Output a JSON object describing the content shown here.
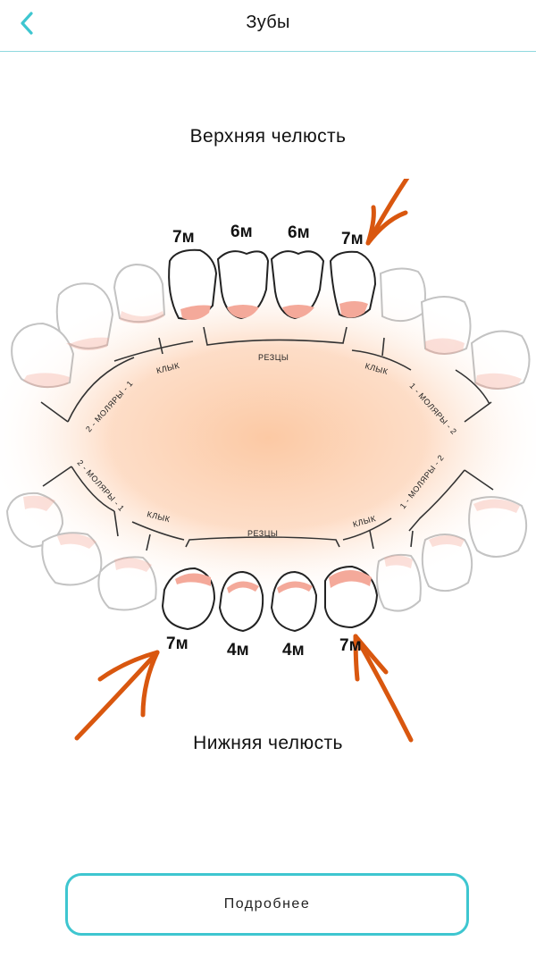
{
  "header": {
    "title": "Зубы",
    "back_icon": "chevron-left-icon",
    "accent": "#3ec6d0"
  },
  "upper_jaw": {
    "title": "Верхняя челюсть",
    "tooth_ages": [
      "7м",
      "6м",
      "6м",
      "7м"
    ],
    "groups": {
      "incisors": "РЕЗЦЫ",
      "canine_left": "КЛЫК",
      "canine_right": "КЛЫК",
      "molars_left": "2 - МОЛЯРЫ - 1",
      "molars_right": "1 - МОЛЯРЫ - 2"
    }
  },
  "lower_jaw": {
    "title": "Нижняя челюсть",
    "tooth_ages": [
      "7м",
      "4м",
      "4м",
      "7м"
    ],
    "groups": {
      "incisors": "РЕЗЦЫ",
      "canine_left": "КЛЫК",
      "canine_right": "КЛЫК",
      "molars_left": "2 - МОЛЯРЫ - 1",
      "molars_right": "1 - МОЛЯРЫ - 2"
    }
  },
  "button": {
    "label": "Подробнее"
  },
  "colors": {
    "gum": "#f4a99a",
    "glow": "#fcc9a4",
    "arrow": "#d9570f"
  }
}
